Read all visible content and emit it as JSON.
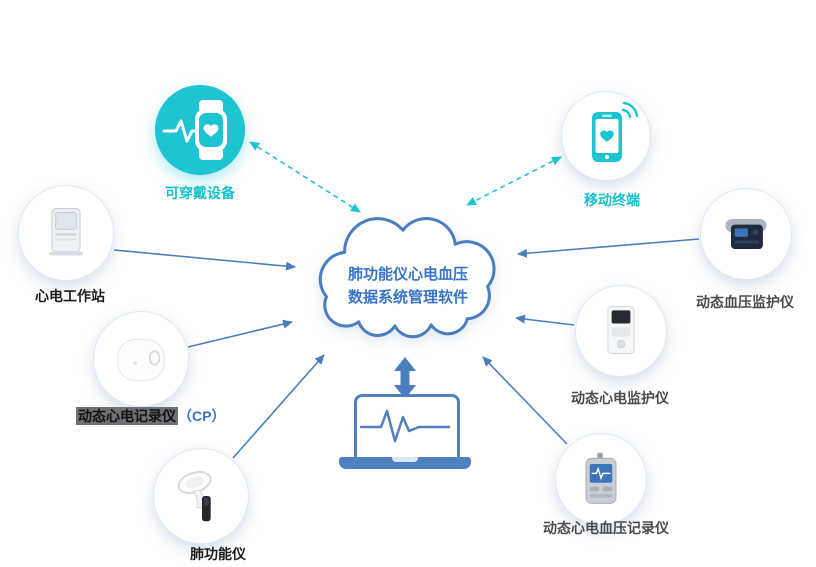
{
  "cloud": {
    "line1": "肺功能仪心电血压",
    "line2": "数据系统管理软件"
  },
  "nodes": {
    "wearable": {
      "label": "可穿戴设备",
      "icon": "smartwatch-heart-icon"
    },
    "mobile": {
      "label": "移动终端",
      "icon": "smartphone-heart-icon"
    },
    "ecg_workstation": {
      "label": "心电工作站",
      "icon": "ecg-workstation-image"
    },
    "cp_recorder": {
      "label": "动态心电记录仪",
      "suffix": "（CP）",
      "icon": "holter-recorder-image"
    },
    "spirometer": {
      "label": "肺功能仪",
      "icon": "spirometer-image"
    },
    "bp_monitor": {
      "label": "动态血压监护仪",
      "icon": "bp-monitor-image"
    },
    "ecg_monitor": {
      "label": "动态心电监护仪",
      "icon": "ecg-monitor-image"
    },
    "ecg_bp_recorder": {
      "label": "动态心电血压记录仪",
      "icon": "ecg-bp-recorder-image"
    }
  },
  "hub": {
    "icon": "laptop-ecg-icon"
  },
  "colors": {
    "teal": "#1fc4d3",
    "blue": "#4a7ebd",
    "cloud_text": "#3a74c8",
    "label_dark": "#1c1c1c",
    "label_gray": "#4a4b4d",
    "highlight_bg": "#6f7073"
  }
}
